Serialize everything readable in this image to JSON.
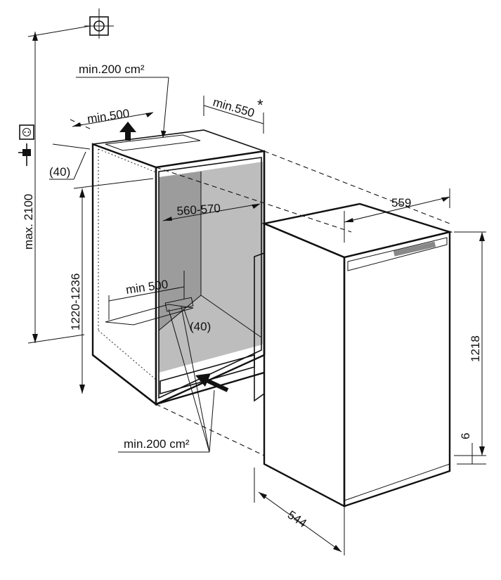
{
  "labels": {
    "top_vent_area": "min.200 cm²",
    "top_depth": "min.500",
    "rear_depth": "min.550",
    "rear_asterisk": "*",
    "top_gap": "(40)",
    "max_height": "max. 2100",
    "niche_height": "1220-1236",
    "niche_width": "560-570",
    "floor_depth": "min 500",
    "floor_gap": "(40)",
    "bottom_vent_area": "min.200 cm²",
    "appliance_width": "559",
    "appliance_height": "1218",
    "plinth_height": "6",
    "appliance_depth": "544"
  },
  "icons": [
    "crosshair-icon",
    "socket-icon",
    "plug-icon"
  ],
  "colors": {
    "line": "#111111",
    "niche_interior": "#bdbdbd",
    "vent": "#d8d8d8"
  }
}
